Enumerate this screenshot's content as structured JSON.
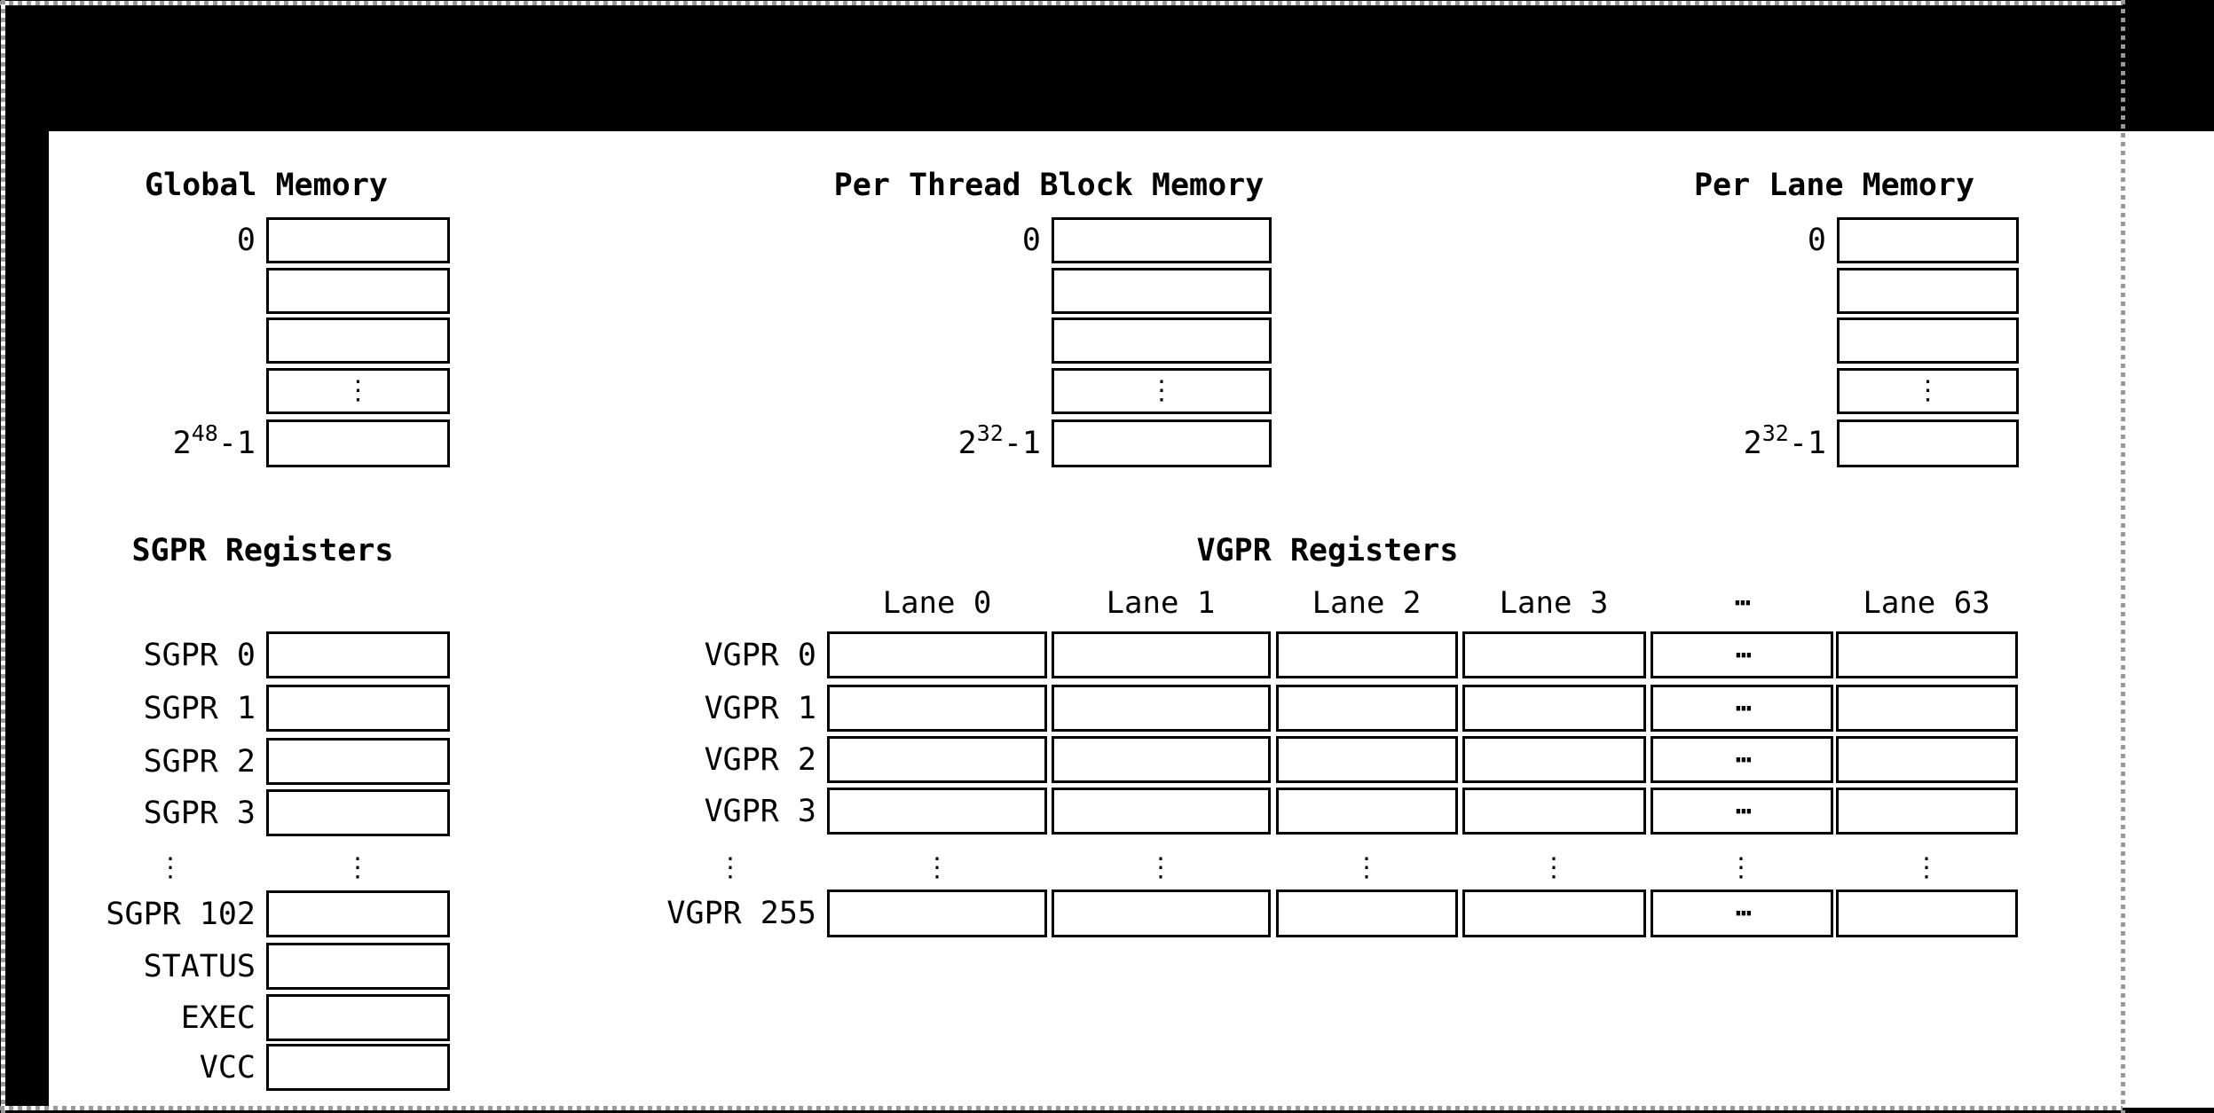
{
  "figure": {
    "background": "#000000",
    "panel_background": "#ffffff",
    "line_color": "#000000",
    "ants_color": "#999999"
  },
  "glyphs": {
    "vdots": "⋮",
    "hdots": "⋯"
  },
  "memory_sections": [
    {
      "title": "Global Memory",
      "first_address": "0",
      "last_address": {
        "base": "2",
        "exponent": "48",
        "suffix": "-1"
      }
    },
    {
      "title": "Per Thread Block Memory",
      "first_address": "0",
      "last_address": {
        "base": "2",
        "exponent": "32",
        "suffix": "-1"
      }
    },
    {
      "title": "Per Lane Memory",
      "first_address": "0",
      "last_address": {
        "base": "2",
        "exponent": "32",
        "suffix": "-1"
      }
    }
  ],
  "sgpr": {
    "title": "SGPR Registers",
    "row_labels": [
      "SGPR 0",
      "SGPR 1",
      "SGPR 2",
      "SGPR 3"
    ],
    "more_row_labels": [
      "SGPR 102",
      "STATUS",
      "EXEC",
      "VCC"
    ]
  },
  "vgpr": {
    "title": "VGPR Registers",
    "lane_headers": [
      "Lane 0",
      "Lane 1",
      "Lane 2",
      "Lane 3"
    ],
    "lane_header_ellipsis": "⋯",
    "last_lane_header": "Lane 63",
    "row_labels": [
      "VGPR 0",
      "VGPR 1",
      "VGPR 2",
      "VGPR 3"
    ],
    "last_row_label": "VGPR 255"
  }
}
